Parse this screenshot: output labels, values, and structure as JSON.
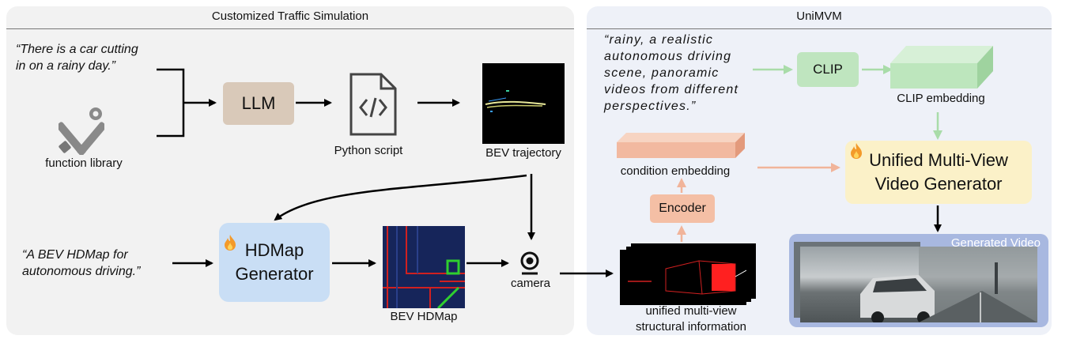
{
  "left_panel": {
    "title": "Customized Traffic Simulation",
    "quote_top": "“There is a car cutting\nin on a rainy day.”",
    "function_library": "function library",
    "llm": "LLM",
    "python_script": "Python script",
    "bev_trajectory": "BEV trajectory",
    "quote_bottom": "“A BEV HDMap for\nautonomous driving.”",
    "hdmap_generator": "HDMap\nGenerator",
    "bev_hdmap": "BEV HDMap",
    "camera": "camera"
  },
  "right_panel": {
    "title": "UniMVM",
    "quote": "“rainy, a realistic\nautonomous driving\nscene, panoramic\nvideos from different\nperspectives.”",
    "clip": "CLIP",
    "clip_embedding": "CLIP embedding",
    "condition_embedding": "condition embedding",
    "encoder": "Encoder",
    "unified_generator": "Unified Multi-View\nVideo Generator",
    "structural_info": "unified multi-view\nstructural information",
    "generated_video": "Generated Video"
  },
  "colors": {
    "panel_left_bg": "#f2f2f2",
    "panel_right_bg": "#eef1f8",
    "llm_box": "#d9c9b9",
    "hdmap_box": "#c9def5",
    "clip_box": "#bfe5bf",
    "encoder_box": "#f4bfa5",
    "generator_box": "#fbf1c8",
    "green_arrow": "#a9dca9",
    "orange_arrow": "#f1b49a"
  },
  "icons": [
    "tools-icon",
    "code-file-icon",
    "camera-icon",
    "fire-icon"
  ]
}
